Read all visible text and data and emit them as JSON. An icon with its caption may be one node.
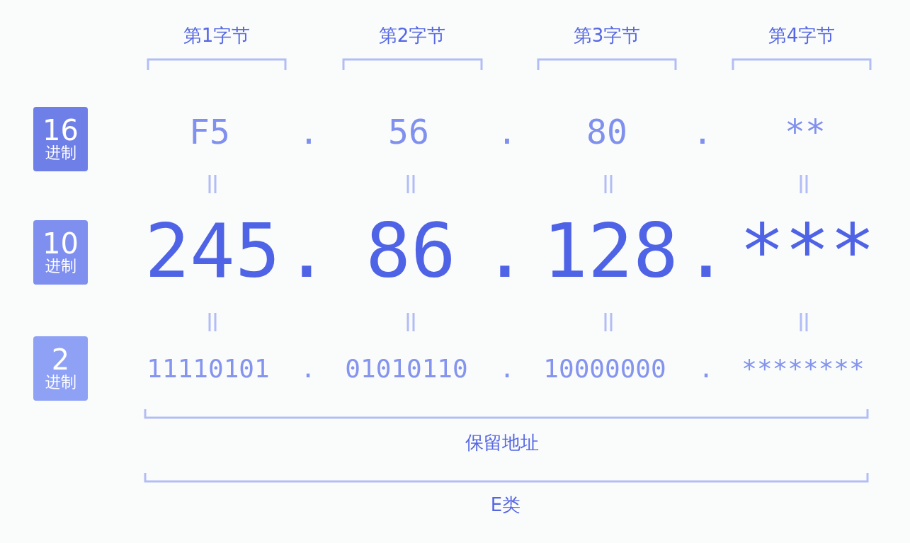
{
  "diagram": {
    "nodes": [
      {
        "text": [
          "16",
          "进制"
        ]
      },
      {
        "text": [
          "10",
          "进制"
        ]
      },
      {
        "text": [
          "2",
          "进制"
        ]
      }
    ],
    "labels": [
      "第1字节",
      "第2字节",
      "第3字节",
      "第4字节",
      "F5",
      ".",
      "56",
      ".",
      "80",
      ".",
      "**",
      "245",
      ".",
      "86",
      ".",
      "128",
      ".",
      "***",
      "11110101",
      ".",
      "01010110",
      ".",
      "10000000",
      ".",
      "********",
      "保留地址",
      "E类"
    ]
  }
}
